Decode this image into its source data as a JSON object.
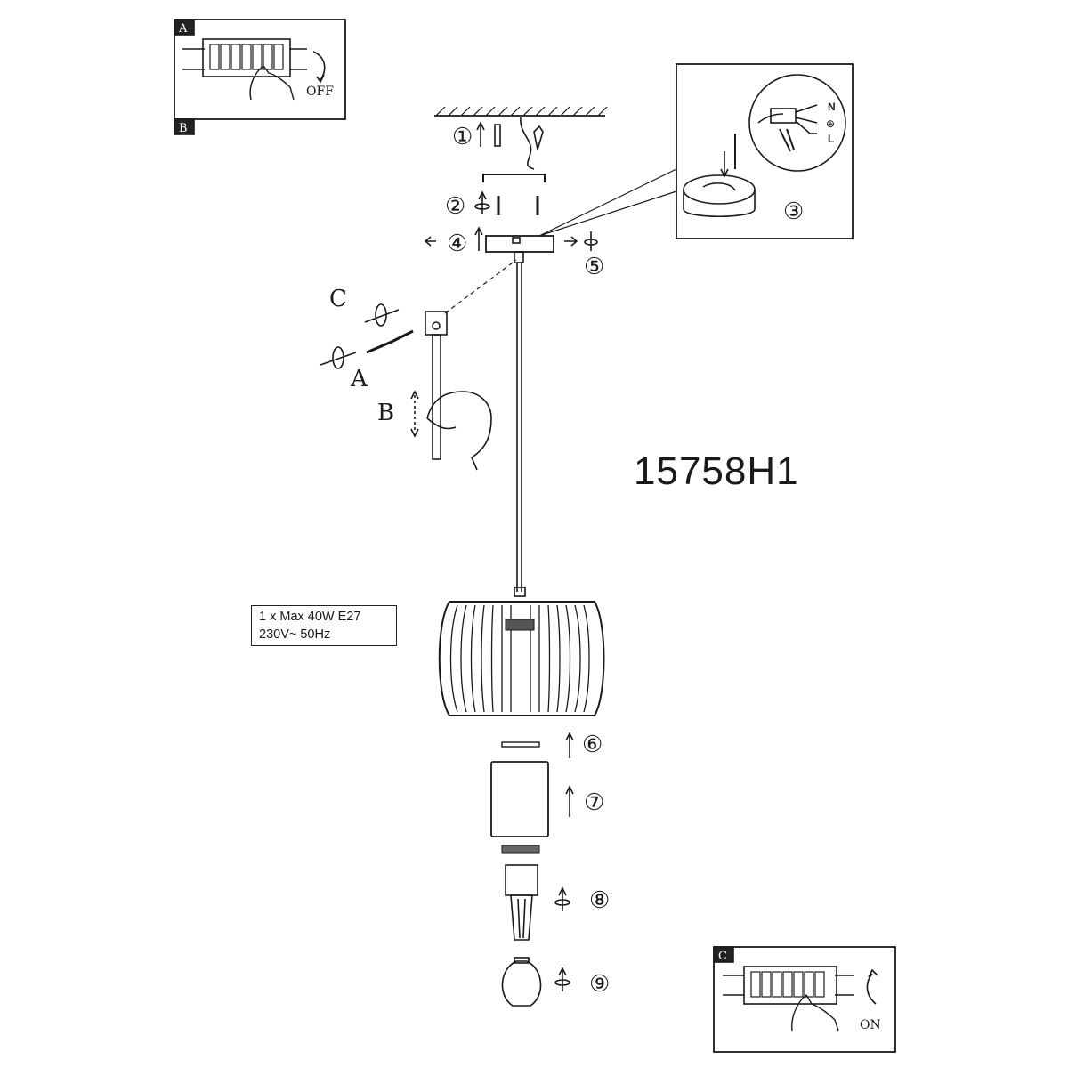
{
  "model_number": "15758H1",
  "spec": {
    "line1": "1 x Max 40W E27",
    "line2": "230V~ 50Hz"
  },
  "panels": {
    "top_left": {
      "tag_top": "A",
      "tag_bottom": "B",
      "caption": "OFF"
    },
    "bottom_right": {
      "tag_top": "C",
      "caption": "ON"
    }
  },
  "wiring": {
    "n": "N",
    "earth": "⊕",
    "l": "L"
  },
  "steps": {
    "s1": "①",
    "s2": "②",
    "s3": "③",
    "s4": "④",
    "s5": "⑤",
    "s6": "⑥",
    "s7": "⑦",
    "s8": "⑧",
    "s9": "⑨",
    "a": "A",
    "b": "B",
    "c": "C"
  },
  "colors": {
    "ink": "#1a1a1a",
    "panel_tag": "#222222"
  }
}
